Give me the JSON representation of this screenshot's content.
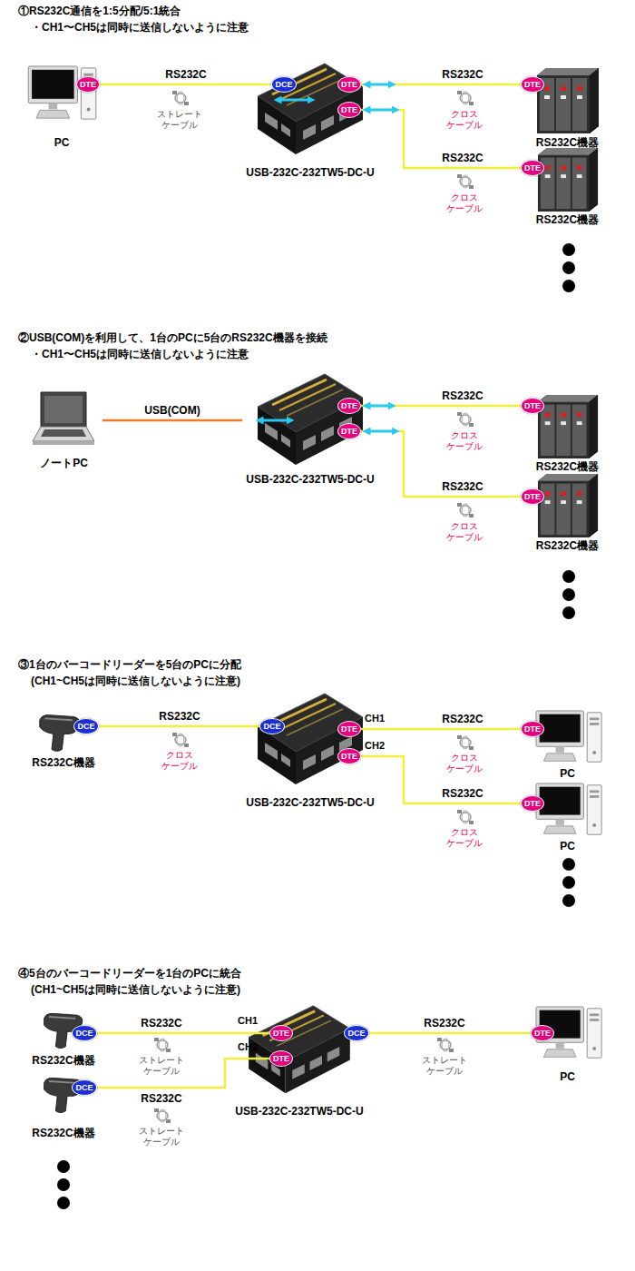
{
  "diagram": {
    "nodes": [
      {
        "text": [
          "PC"
        ]
      },
      {
        "text": [
          "DTE"
        ],
        "in": 0
      },
      {
        "text": [
          "USB-232C-232TW5-DC-U"
        ]
      },
      {
        "text": [
          "DCE"
        ],
        "in": 2
      },
      {
        "text": [
          "DTE"
        ],
        "in": 2
      },
      {
        "text": [
          "DTE"
        ],
        "in": 2
      },
      {
        "text": [
          "RS232C機器"
        ]
      },
      {
        "text": [
          "DTE"
        ],
        "in": 6
      },
      {
        "text": [
          "RS232C機器"
        ]
      },
      {
        "text": [
          "DTE"
        ],
        "in": 8
      },
      {
        "text": [
          "ノートPC"
        ]
      },
      {
        "text": [
          "USB-232C-232TW5-DC-U"
        ]
      },
      {
        "text": [
          "DTE"
        ],
        "in": 11
      },
      {
        "text": [
          "DTE"
        ],
        "in": 11
      },
      {
        "text": [
          "RS232C機器"
        ]
      },
      {
        "text": [
          "DTE"
        ],
        "in": 14
      },
      {
        "text": [
          "RS232C機器"
        ]
      },
      {
        "text": [
          "DTE"
        ],
        "in": 16
      },
      {
        "text": [
          "RS232C機器"
        ]
      },
      {
        "text": [
          "DCE"
        ],
        "in": 18
      },
      {
        "text": [
          "USB-232C-232TW5-DC-U"
        ]
      },
      {
        "text": [
          "DCE"
        ],
        "in": 20
      },
      {
        "text": [
          "DTE"
        ],
        "in": 20
      },
      {
        "text": [
          "DTE"
        ],
        "in": 20
      },
      {
        "text": [
          "PC"
        ]
      },
      {
        "text": [
          "DTE"
        ],
        "in": 24
      },
      {
        "text": [
          "PC"
        ]
      },
      {
        "text": [
          "DTE"
        ],
        "in": 26
      },
      {
        "text": [
          "RS232C機器"
        ]
      },
      {
        "text": [
          "DCE"
        ],
        "in": 28
      },
      {
        "text": [
          "RS232C機器"
        ]
      },
      {
        "text": [
          "DCE"
        ],
        "in": 30
      },
      {
        "text": [
          "USB-232C-232TW5-DC-U"
        ]
      },
      {
        "text": [
          "DTE"
        ],
        "in": 32
      },
      {
        "text": [
          "DTE"
        ],
        "in": 32
      },
      {
        "text": [
          "DCE"
        ],
        "in": 32
      },
      {
        "text": [
          "PC"
        ]
      },
      {
        "text": [
          "DTE"
        ],
        "in": 36
      }
    ],
    "edges": [
      {
        "from": 1,
        "to": 3,
        "label": "RS232C",
        "arrow": "none"
      },
      {
        "from": 4,
        "to": 7,
        "label": "RS232C",
        "arrow": "none"
      },
      {
        "from": 5,
        "to": 9,
        "label": "RS232C",
        "arrow": "none"
      },
      {
        "from": 10,
        "to": 11,
        "label": "USB(COM)",
        "arrow": "none"
      },
      {
        "from": 12,
        "to": 15,
        "label": "RS232C",
        "arrow": "none"
      },
      {
        "from": 13,
        "to": 17,
        "label": "RS232C",
        "arrow": "none"
      },
      {
        "from": 19,
        "to": 21,
        "label": "RS232C",
        "arrow": "none"
      },
      {
        "from": 22,
        "to": 25,
        "label": "RS232C",
        "arrow": "none"
      },
      {
        "from": 23,
        "to": 27,
        "label": "RS232C",
        "arrow": "none"
      },
      {
        "from": 29,
        "to": 33,
        "label": "RS232C",
        "arrow": "none"
      },
      {
        "from": 31,
        "to": 34,
        "label": "RS232C",
        "arrow": "none"
      },
      {
        "from": 35,
        "to": 37,
        "label": "RS232C",
        "arrow": "none"
      }
    ],
    "labels": [
      "①RS232C通信を1:5分配/5:1統合",
      "・CH1〜CH5は同時に送信しないように注意",
      "ストレート ケーブル",
      "クロス ケーブル",
      "クロス ケーブル",
      "②USB(COM)を利用して、1台のPCに5台のRS232C機器を接続",
      "・CH1〜CH5は同時に送信しないように注意",
      "クロス ケーブル",
      "クロス ケーブル",
      "③1台のバーコードリーダーを5台のPCに分配",
      "(CH1~CH5は同時に送信しないように注意)",
      "CH1",
      "CH2",
      "クロス ケーブル",
      "クロス ケーブル",
      "クロス ケーブル",
      "④5台のバーコードリーダーを1台のPCに統合",
      "(CH1~CH5は同時に送信しないように注意)",
      "CH1",
      "CH2",
      "ストレート ケーブル",
      "ストレート ケーブル",
      "ストレート ケーブル"
    ]
  }
}
